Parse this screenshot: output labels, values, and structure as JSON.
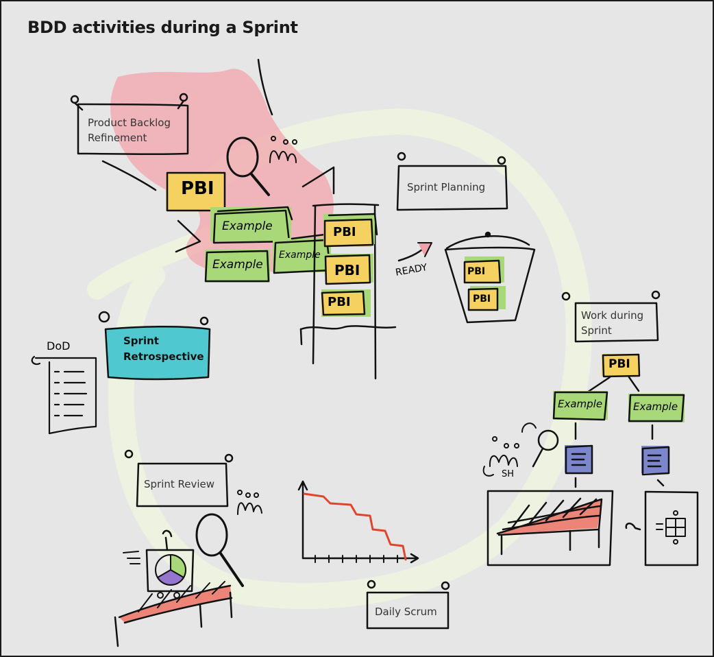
{
  "title": "BDD activities during a Sprint",
  "colors": {
    "background": "#e6e6e6",
    "pbi_yellow": "#f4d160",
    "example_green": "#a8d878",
    "retro_teal": "#4fc9cf",
    "pink_highlight": "#f2a0a8",
    "doc_purple": "#7b86cc",
    "burndown_red": "#e2442a"
  },
  "signs": {
    "refinement": "Product Backlog Refinement",
    "planning": "Sprint Planning",
    "work": "Work during Sprint",
    "retrospective": "Sprint Retrospective",
    "review": "Sprint Review",
    "daily": "Daily Scrum"
  },
  "handwritten": {
    "pbi": "PBI",
    "example": "Example",
    "ready": "READY",
    "dod": "DoD",
    "stakeholder": "SH"
  },
  "icons": [
    "magnifier-icon",
    "people-icon",
    "backlog-stack-icon",
    "sprint-backlog-bucket-icon",
    "checklist-scroll-icon",
    "table-icon",
    "document-icon",
    "code-module-icon",
    "burndown-chart-icon",
    "pie-chart-board-icon"
  ]
}
